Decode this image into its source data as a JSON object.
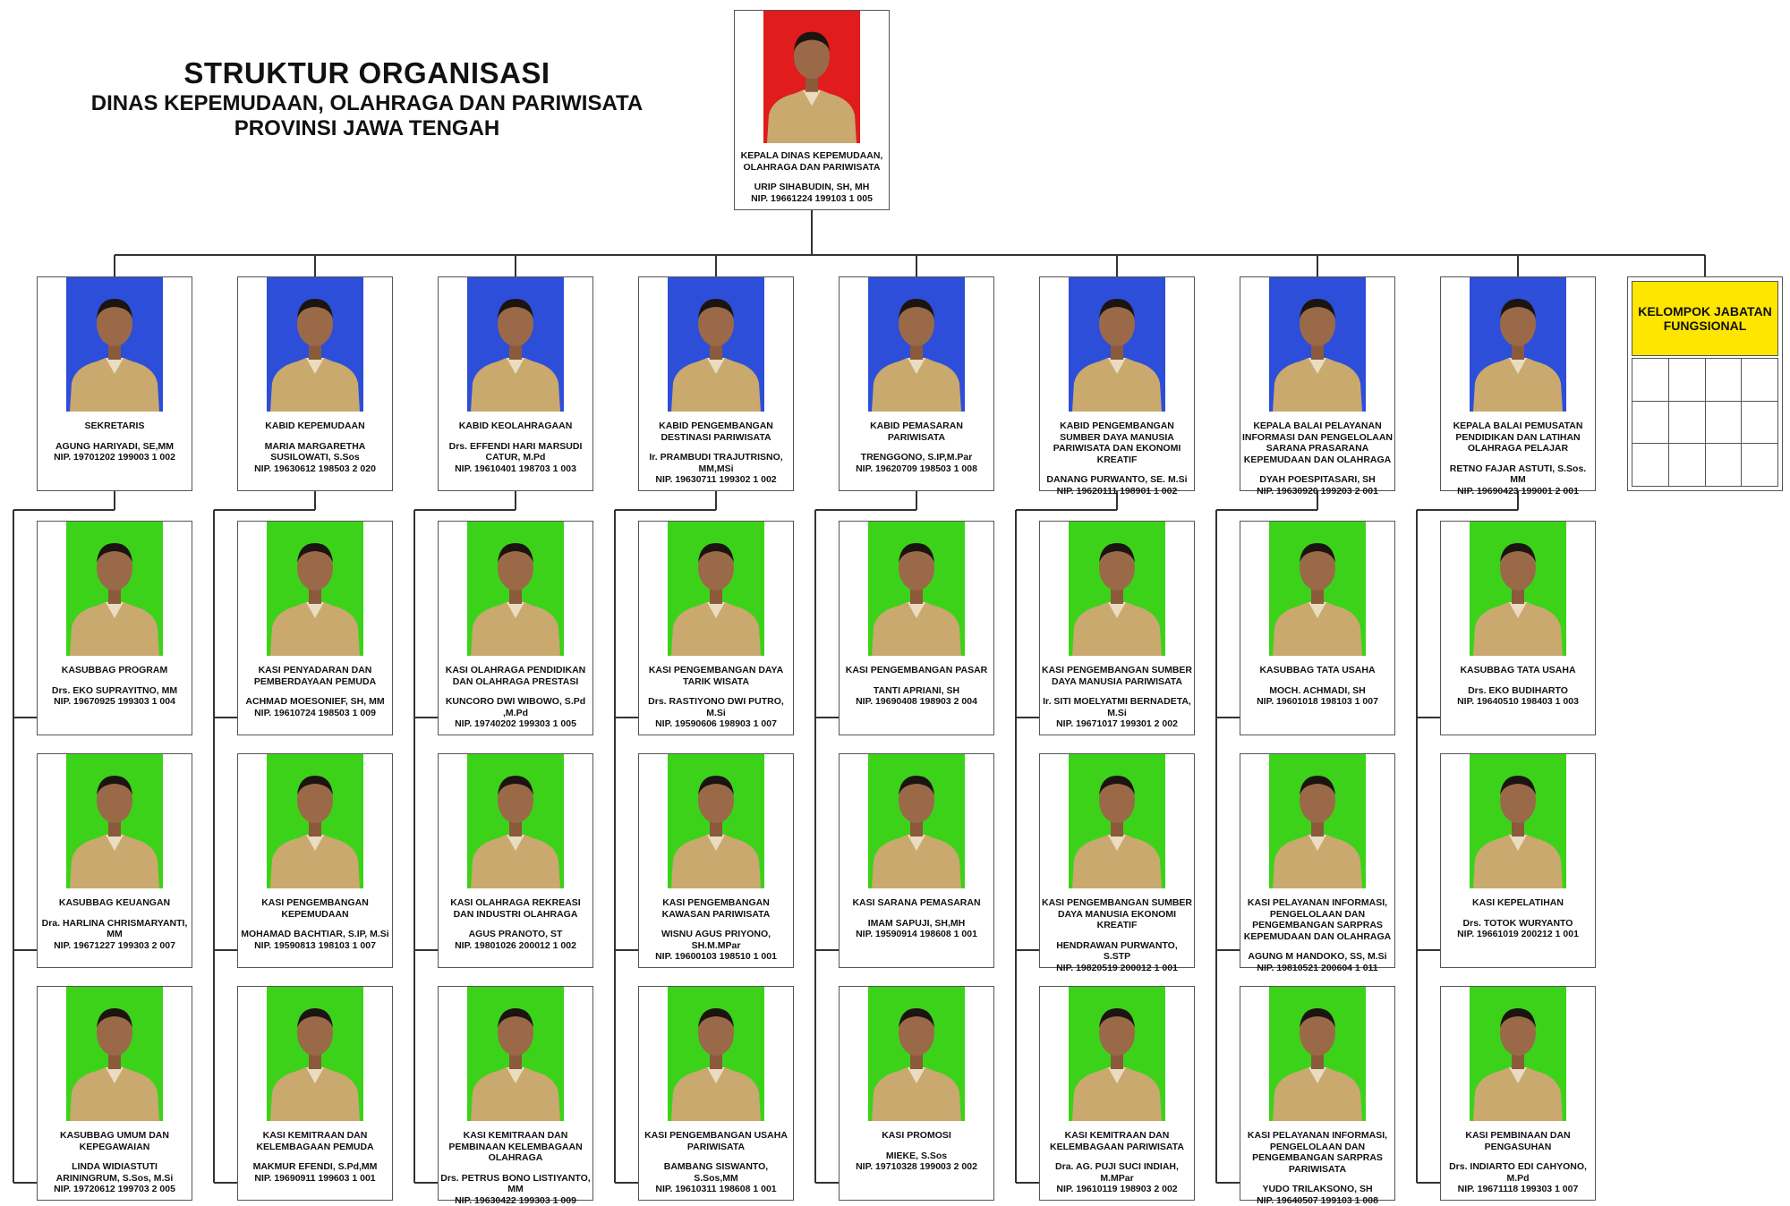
{
  "title": {
    "line1": "STRUKTUR ORGANISASI",
    "line2": "DINAS KEPEMUDAAN, OLAHRAGA DAN PARIWISATA",
    "line3": "PROVINSI JAWA TENGAH"
  },
  "head": {
    "role": "KEPALA DINAS KEPEMUDAAN, OLAHRAGA DAN PARIWISATA",
    "name": "URIP SIHABUDIN, SH, MH",
    "nip": "NIP. 19661224 199103 1 005",
    "bg": "#e01c1c"
  },
  "fungsional": {
    "label": "KELOMPOK JABATAN FUNGSIONAL",
    "color": "#ffe600"
  },
  "colors": {
    "blue_bg": "#2d4ed8",
    "green_bg": "#3cd21a",
    "uniform": "#c9a96e",
    "line": "#333333"
  },
  "columns": [
    {
      "head": {
        "role": "SEKRETARIS",
        "name": "AGUNG HARIYADI, SE,MM",
        "nip": "NIP. 19701202 199003 1 002"
      },
      "subs": [
        {
          "role": "KASUBBAG PROGRAM",
          "name": "Drs. EKO SUPRAYITNO, MM",
          "nip": "NIP. 19670925 199303 1 004"
        },
        {
          "role": "KASUBBAG KEUANGAN",
          "name": "Dra. HARLINA CHRISMARYANTI, MM",
          "nip": "NIP. 19671227 199303 2 007"
        },
        {
          "role": "KASUBBAG UMUM DAN KEPEGAWAIAN",
          "name": "LINDA WIDIASTUTI ARININGRUM, S.Sos, M.Si",
          "nip": "NIP. 19720612 199703 2 005"
        }
      ]
    },
    {
      "head": {
        "role": "KABID KEPEMUDAAN",
        "name": "MARIA MARGARETHA SUSILOWATI, S.Sos",
        "nip": "NIP. 19630612 198503 2 020"
      },
      "subs": [
        {
          "role": "KASI PENYADARAN DAN PEMBERDAYAAN PEMUDA",
          "name": "ACHMAD MOESONIEF, SH, MM",
          "nip": "NIP. 19610724 198503 1 009"
        },
        {
          "role": "KASI PENGEMBANGAN KEPEMUDAAN",
          "name": "MOHAMAD BACHTIAR, S.IP, M.Si",
          "nip": "NIP. 19590813 198103 1 007"
        },
        {
          "role": "KASI KEMITRAAN DAN KELEMBAGAAN PEMUDA",
          "name": "MAKMUR EFENDI, S.Pd,MM",
          "nip": "NIP. 19690911 199603 1 001"
        }
      ]
    },
    {
      "head": {
        "role": "KABID KEOLAHRAGAAN",
        "name": "Drs. EFFENDI HARI MARSUDI CATUR, M.Pd",
        "nip": "NIP. 19610401 198703 1 003"
      },
      "subs": [
        {
          "role": "KASI OLAHRAGA PENDIDIKAN DAN OLAHRAGA PRESTASI",
          "name": "KUNCORO DWI WIBOWO, S.Pd ,M.Pd",
          "nip": "NIP. 19740202 199303 1 005"
        },
        {
          "role": "KASI OLAHRAGA REKREASI DAN INDUSTRI OLAHRAGA",
          "name": "AGUS PRANOTO, ST",
          "nip": "NIP. 19801026 200012 1 002"
        },
        {
          "role": "KASI KEMITRAAN DAN PEMBINAAN KELEMBAGAAN OLAHRAGA",
          "name": "Drs. PETRUS BONO LISTIYANTO, MM",
          "nip": "NIP. 19630422 199303 1 009"
        }
      ]
    },
    {
      "head": {
        "role": "KABID PENGEMBANGAN DESTINASI PARIWISATA",
        "name": "Ir. PRAMBUDI TRAJUTRISNO, MM,MSi",
        "nip": "NIP. 19630711 199302 1 002"
      },
      "subs": [
        {
          "role": "KASI PENGEMBANGAN DAYA TARIK WISATA",
          "name": "Drs. RASTIYONO DWI PUTRO, M.Si",
          "nip": "NIP. 19590606 198903 1 007"
        },
        {
          "role": "KASI PENGEMBANGAN KAWASAN PARIWISATA",
          "name": "WISNU AGUS PRIYONO, SH.M.MPar",
          "nip": "NIP. 19600103 198510 1 001"
        },
        {
          "role": "KASI PENGEMBANGAN USAHA PARIWISATA",
          "name": "BAMBANG SISWANTO, S.Sos,MM",
          "nip": "NIP. 19610311 198608 1 001"
        }
      ]
    },
    {
      "head": {
        "role": "KABID PEMASARAN PARIWISATA",
        "name": "TRENGGONO, S.IP,M.Par",
        "nip": "NIP. 19620709 198503 1 008"
      },
      "subs": [
        {
          "role": "KASI PENGEMBANGAN PASAR",
          "name": "TANTI APRIANI, SH",
          "nip": "NIP. 19690408 198903 2 004"
        },
        {
          "role": "KASI SARANA PEMASARAN",
          "name": "IMAM SAPUJI, SH,MH",
          "nip": "NIP. 19590914 198608 1 001"
        },
        {
          "role": "KASI PROMOSI",
          "name": "MIEKE, S.Sos",
          "nip": "NIP. 19710328 199003 2 002"
        }
      ]
    },
    {
      "head": {
        "role": "KABID PENGEMBANGAN SUMBER DAYA MANUSIA PARIWISATA DAN EKONOMI KREATIF",
        "name": "DANANG PURWANTO, SE. M.Si",
        "nip": "NIP. 19620111 198901 1 002"
      },
      "subs": [
        {
          "role": "KASI PENGEMBANGAN SUMBER DAYA MANUSIA PARIWISATA",
          "name": "Ir. SITI MOELYATMI BERNADETA, M.Si",
          "nip": "NIP. 19671017 199301 2 002"
        },
        {
          "role": "KASI PENGEMBANGAN SUMBER DAYA MANUSIA EKONOMI KREATIF",
          "name": "HENDRAWAN PURWANTO, S.STP",
          "nip": "NIP. 19820519 200012 1 001"
        },
        {
          "role": "KASI KEMITRAAN DAN KELEMBAGAAN PARIWISATA",
          "name": "Dra. AG. PUJI SUCI INDIAH, M.MPar",
          "nip": "NIP. 19610119 198903 2 002"
        }
      ]
    },
    {
      "head": {
        "role": "KEPALA BALAI PELAYANAN INFORMASI DAN PENGELOLAAN SARANA PRASARANA KEPEMUDAAN DAN OLAHRAGA",
        "name": "DYAH POESPITASARI, SH",
        "nip": "NIP. 19630920 199203 2 001"
      },
      "subs": [
        {
          "role": "KASUBBAG TATA USAHA",
          "name": "MOCH. ACHMADI, SH",
          "nip": "NIP. 19601018 198103 1 007"
        },
        {
          "role": "KASI PELAYANAN INFORMASI, PENGELOLAAN DAN PENGEMBANGAN SARPRAS KEPEMUDAAN DAN OLAHRAGA",
          "name": "AGUNG M HANDOKO, SS, M.Si",
          "nip": "NIP. 19810521 200604 1 011"
        },
        {
          "role": "KASI PELAYANAN INFORMASI, PENGELOLAAN DAN PENGEMBANGAN SARPRAS PARIWISATA",
          "name": "YUDO TRILAKSONO, SH",
          "nip": "NIP. 19640507 199103 1 008"
        }
      ]
    },
    {
      "head": {
        "role": "KEPALA BALAI PEMUSATAN PENDIDIKAN DAN LATIHAN OLAHRAGA PELAJAR",
        "name": "RETNO FAJAR ASTUTI, S.Sos. MM",
        "nip": "NIP. 19690423 199001 2 001"
      },
      "subs": [
        {
          "role": "KASUBBAG TATA USAHA",
          "name": "Drs. EKO BUDIHARTO",
          "nip": "NIP. 19640510 198403 1 003"
        },
        {
          "role": "KASI KEPELATIHAN",
          "name": "Drs. TOTOK WURYANTO",
          "nip": "NIP. 19661019 200212 1 001"
        },
        {
          "role": "KASI PEMBINAAN DAN PENGASUHAN",
          "name": "Drs. INDIARTO EDI CAHYONO, M.Pd",
          "nip": "NIP. 19671118 199303 1 007"
        }
      ]
    }
  ]
}
